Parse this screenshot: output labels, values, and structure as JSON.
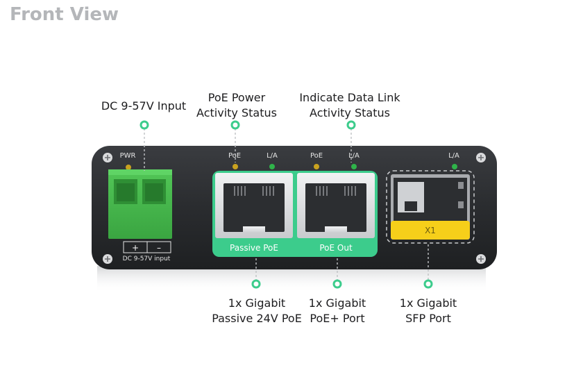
{
  "header": {
    "title": "Front View"
  },
  "callouts": {
    "dc_input": {
      "line1": "DC 9-57V Input"
    },
    "poe_status": {
      "line1": "PoE Power",
      "line2": "Activity Status"
    },
    "link_status": {
      "line1": "Indicate Data Link",
      "line2": "Activity Status"
    },
    "passive_port": {
      "line1": "1x Gigabit",
      "line2": "Passive 24V PoE"
    },
    "poe_out_port": {
      "line1": "1x Gigabit",
      "line2": "PoE+ Port"
    },
    "sfp_port": {
      "line1": "1x Gigabit",
      "line2": "SFP Port"
    }
  },
  "device": {
    "pwr_label": "PWR",
    "terminal_plus": "+",
    "terminal_minus": "–",
    "terminal_caption": "DC 9-57V input",
    "port1_poe_label": "PoE",
    "port1_la_label": "L/A",
    "port2_poe_label": "PoE",
    "port2_la_label": "L/A",
    "sfp_la_label": "L/A",
    "band_passive": "Passive PoE",
    "band_poe_out": "PoE Out",
    "sfp_label": "X1"
  },
  "colors": {
    "body": "#2a2c2f",
    "accent_green": "#3ccc8c",
    "terminal_green": "#42b649",
    "sfp_yellow": "#f6cf1a",
    "led_amber": "#c9a21f",
    "led_green": "#2fb34a"
  }
}
